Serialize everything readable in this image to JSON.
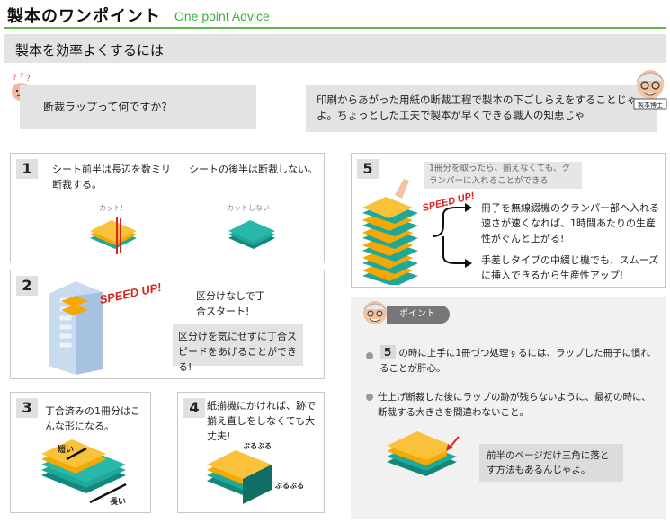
{
  "header": {
    "title_jp": "製本のワンポイント",
    "title_en": "One point Advice"
  },
  "subheader": {
    "title": "製本を効率よくするには"
  },
  "question": {
    "text": "断裁ラップって何ですか?"
  },
  "answer": {
    "text": "印刷からあがった用紙の断裁工程で製本の下ごしらえをすることじゃよ。ちょっとした工夫で製本が早くできる職人の知恵じゃ",
    "badge": "製本博士"
  },
  "panel1": {
    "num": "1",
    "text_left": "シート前半は長辺を数ミリ断裁する。",
    "text_right": "シートの後半は断裁しない。",
    "label_cut": "カット!",
    "label_nocut": "カットしない"
  },
  "panel2": {
    "num": "2",
    "speed": "SPEED UP!",
    "text1": "区分けなしで丁合スタート!",
    "text2": "区分けを気にせずに丁合スピードをあげることができる!"
  },
  "panel3": {
    "num": "3",
    "text": "丁合済みの1冊分はこんな形になる。",
    "short": "短い",
    "long": "長い"
  },
  "panel4": {
    "num": "4",
    "text": "紙揃機にかければ、跡で揃え直しをしなくても大丈夫!",
    "vib1": "ぶるぶる",
    "vib2": "ぶるぶる"
  },
  "panel5": {
    "num": "5",
    "note": "1冊分を取ったら、揃えなくても、クランパーに入れることができる",
    "speed": "SPEED UP!",
    "text1": "冊子を無線綴機のクランパー部へ入れる速さが速くなれば、1時間あたりの生産性がぐんと上がる!",
    "text2": "手差しタイプの中綴じ機でも、スムーズに挿入できるから生産性アップ!"
  },
  "point": {
    "tab": "ポイント",
    "bullet1_num": "5",
    "bullet1_text": "の時に上手に1冊づつ処理するには、ラップした冊子に慣れることが肝心。",
    "bullet2_text": "仕上げ断裁した後にラップの跡が残らないように、最初の時に、断裁する大きさを間違わないこと。",
    "advice": "前半のページだけ三角に落とす方法もあるんじゃよ。"
  },
  "colors": {
    "accent_green": "#5fb848",
    "paper_orange": "#f5a800",
    "paper_teal": "#1fa89a",
    "speed_red": "#d8241f"
  }
}
